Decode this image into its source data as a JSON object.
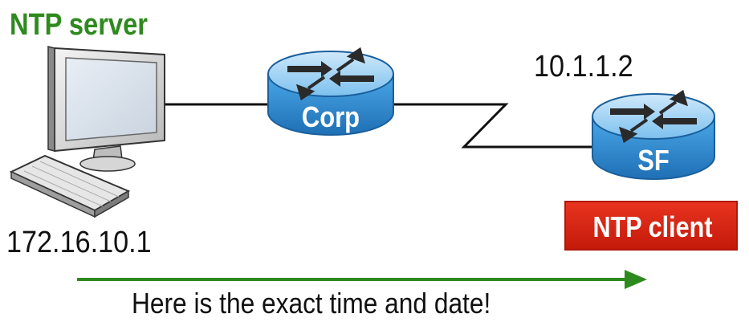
{
  "diagram": {
    "server": {
      "role_label": "NTP server",
      "ip": "172.16.10.1",
      "icon": "desktop-computer-icon"
    },
    "routers": [
      {
        "name": "Corp",
        "icon": "router-icon"
      },
      {
        "name": "SF",
        "icon": "router-icon"
      }
    ],
    "sf_ip": "10.1.1.2",
    "client_label": "NTP client",
    "flow_caption": "Here is the exact time and date!",
    "colors": {
      "server_label": "#2e8a1e",
      "client_badge": "#d9261a",
      "arrow": "#2e8a1e",
      "router": "#3a9ad9"
    }
  }
}
